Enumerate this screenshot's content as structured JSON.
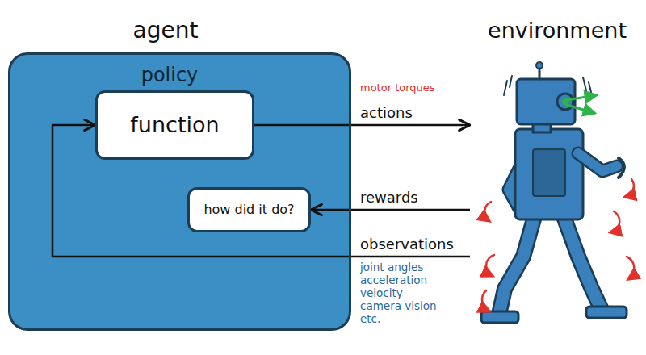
{
  "diagram": {
    "nodes": [
      {
        "text": [
          "agent",
          "policy"
        ]
      },
      {
        "text": [
          "function"
        ],
        "in": 0
      },
      {
        "text": [
          "how did it do?"
        ],
        "in": 0
      },
      {
        "text": [
          "environment"
        ]
      }
    ],
    "edges": [
      {
        "from": 1,
        "to": 3,
        "arrow": "to",
        "label": "actions"
      },
      {
        "from": 3,
        "to": 2,
        "arrow": "to",
        "label": "rewards"
      },
      {
        "from": 3,
        "to": 1,
        "arrow": "to",
        "label": "observations"
      }
    ],
    "labels": [
      "motor torques",
      "joint angles",
      "acceleration",
      "velocity",
      "camera vision",
      "etc."
    ]
  }
}
